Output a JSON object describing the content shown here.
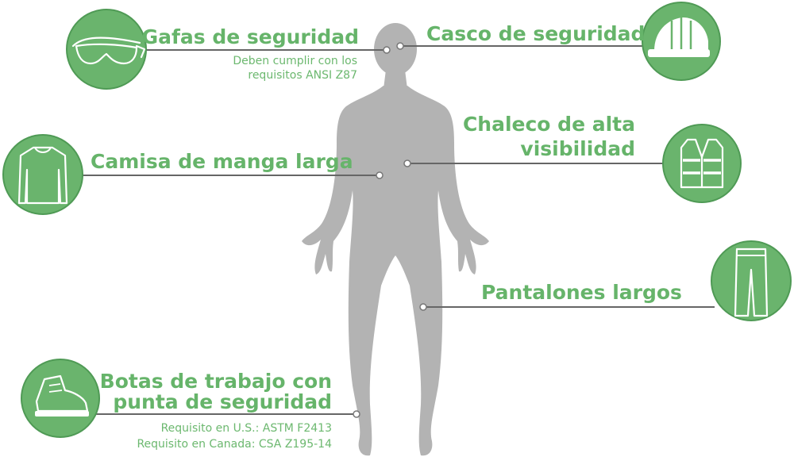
{
  "colors": {
    "accent_green": "#66b46a",
    "circle_fill": "#6ab46d",
    "circle_border": "#4f9a55",
    "silhouette": "#b3b3b3",
    "leader_line": "#666666"
  },
  "items": [
    {
      "id": "goggles",
      "icon": "safety-goggles-icon",
      "title_lines": [
        "Gafas de seguridad"
      ],
      "notes": [
        "Deben cumplir con los",
        "requisitos ANSI Z87"
      ]
    },
    {
      "id": "helmet",
      "icon": "hard-hat-icon",
      "title_lines": [
        "Casco de seguridad"
      ],
      "notes": []
    },
    {
      "id": "vest",
      "icon": "high-visibility-vest-icon",
      "title_lines": [
        "Chaleco de alta",
        "visibilidad"
      ],
      "notes": []
    },
    {
      "id": "shirt",
      "icon": "long-sleeve-shirt-icon",
      "title_lines": [
        "Camisa de manga larga"
      ],
      "notes": []
    },
    {
      "id": "pants",
      "icon": "long-pants-icon",
      "title_lines": [
        "Pantalones largos"
      ],
      "notes": []
    },
    {
      "id": "boots",
      "icon": "safety-boot-icon",
      "title_lines": [
        "Botas de trabajo con",
        "punta de seguridad"
      ],
      "notes": [
        "Requisito en U.S.: ASTM F2413",
        "Requisito en Canada: CSA Z195-14"
      ]
    }
  ]
}
